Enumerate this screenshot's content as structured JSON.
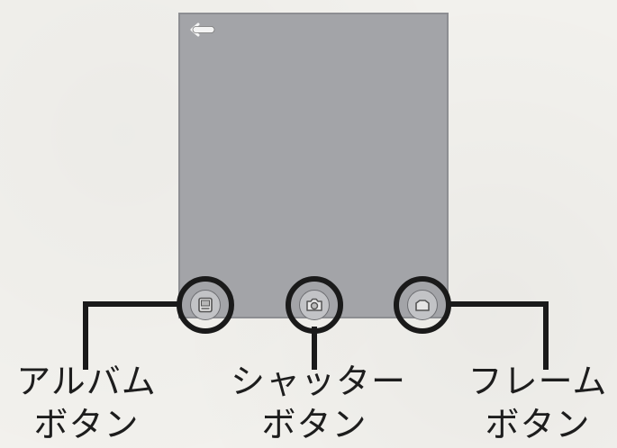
{
  "labels": {
    "album": {
      "line1": "アルバム",
      "line2": "ボタン"
    },
    "shutter": {
      "line1": "シャッター",
      "line2": "ボタン"
    },
    "frame": {
      "line1": "フレーム",
      "line2": "ボタン"
    }
  },
  "icons": {
    "back": "back-arrow-icon",
    "album": "album-icon",
    "shutter": "camera-icon",
    "frame": "frame-icon"
  },
  "colors": {
    "screen": "#a3a4a8",
    "ring": "#1a1a1a",
    "leader": "#1a1a1a"
  }
}
